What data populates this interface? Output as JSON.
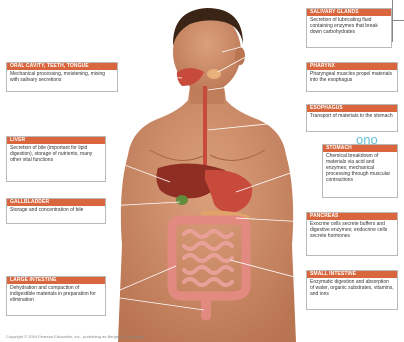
{
  "labels": {
    "salivary": {
      "title": "SALIVARY GLANDS",
      "text": "Secretion of lubricating fluid containing enzymes that break down carbohydrates"
    },
    "oral": {
      "title": "ORAL CAVITY, TEETH, TONGUE",
      "text": "Mechanical processing, moistening, mixing with salivary secretions"
    },
    "pharynx": {
      "title": "PHARYNX",
      "text": "Pharyngeal muscles propel materials into the esophagus"
    },
    "esophagus": {
      "title": "ESOPHAGUS",
      "text": "Transport of materials to the stomach"
    },
    "liver": {
      "title": "LIVER",
      "text": "Secretion of bile (important for lipid digestion), storage of nutrients, many other vital functions"
    },
    "stomach": {
      "title": "STOMACH",
      "text": "Chemical breakdown of materials via acid and enzymes; mechanical processing through muscular contractions"
    },
    "gallbladder": {
      "title": "GALLBLADDER",
      "text": "Storage and concentration of bile"
    },
    "pancreas": {
      "title": "PANCREAS",
      "text": "Exocrine cells secrete buffers and digestive enzymes; endocrine cells secrete hormones"
    },
    "small_intestine": {
      "title": "SMALL INTESTINE",
      "text": "Enzymatic digestion and absorption of water, organic substrates, vitamins, and ions"
    },
    "large_intestine": {
      "title": "LARGE INTESTINE",
      "text": "Dehydration and compaction of indigestible materials in preparation for elimination"
    }
  },
  "watermark": "ono",
  "credit": "Copyright © 2004 Pearson Education, Inc., publishing as Benjamin Cummings.",
  "colors": {
    "header": "#d9663c",
    "skin": "#c98a64",
    "organ": "#c84a3a",
    "intestine": "#e38a80"
  }
}
